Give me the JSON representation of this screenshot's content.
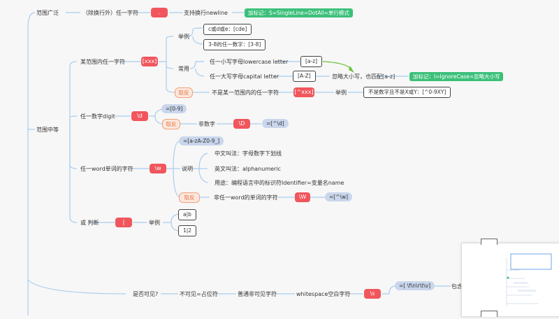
{
  "root": {
    "range_wide": "范围广泛",
    "range_mid": "范围中等"
  },
  "wide": {
    "desc": "（除换行外）任一字符",
    "symbol": ".",
    "support": "支持换行newline",
    "mark": "加标记：S=SingleLine=DotAll=单行模式"
  },
  "bracket": {
    "label": "某范围内任一字符",
    "symbol": "[xxx]",
    "example_label": "举例",
    "ex1": "c或d或e：[cde]",
    "ex2": "3-8的任一数字：[3-8]",
    "common_label": "常用",
    "lower_label": "任一小写字母lowercase letter",
    "lower_sym": "[a-z]",
    "upper_label": "任一大写字母capital letter",
    "upper_sym": "[A-Z]",
    "ignore_case": "忽略大小写，也匹配[a-z]",
    "ignore_mark": "加标记：I=IgnoreCase=忽略大小写",
    "negate": "取反",
    "negate_desc": "不是某一范围内的任一字符",
    "negate_sym": "[^xxx]",
    "negate_ex_label": "举例",
    "negate_ex": "不是数字且不是X或Y：[^0-9XY]"
  },
  "digit": {
    "label": "任一数字digit",
    "symbol": "\\d",
    "eq": "=[0-9]",
    "negate": "取反",
    "negate_desc": "非数字",
    "negate_sym": "\\D",
    "negate_eq": "=[^\\d]"
  },
  "word": {
    "label": "任一word单词的字符",
    "symbol": "\\w",
    "eq": "=[a-zA-Z0-9_]",
    "explain_label": "说明",
    "cn": "中文叫法：字母数字下划线",
    "en": "英文叫法：alphanumeric",
    "usage": "用途：编程语言中的标识符Identifier=变量名name",
    "negate": "取反",
    "negate_desc": "非任一word的单词的字符",
    "negate_sym": "\\W",
    "negate_eq": "=[^\\w]"
  },
  "or": {
    "label": "或 判断",
    "symbol": "|",
    "example_label": "举例",
    "ex1": "a|b",
    "ex2": "1|2"
  },
  "visible": {
    "q": "是否可见?",
    "invisible": "不可见=占位符",
    "common": "普通非可见字符",
    "ws": "whitespace空白字符",
    "symbol": "\\s",
    "eq": "=[ \\f\\n\\r\\t\\v]",
    "contains": "包含"
  },
  "colors": {
    "line": "#a9cdee",
    "red": "#f0565c",
    "green": "#3cc07a",
    "arrow": "#6dc13a"
  }
}
